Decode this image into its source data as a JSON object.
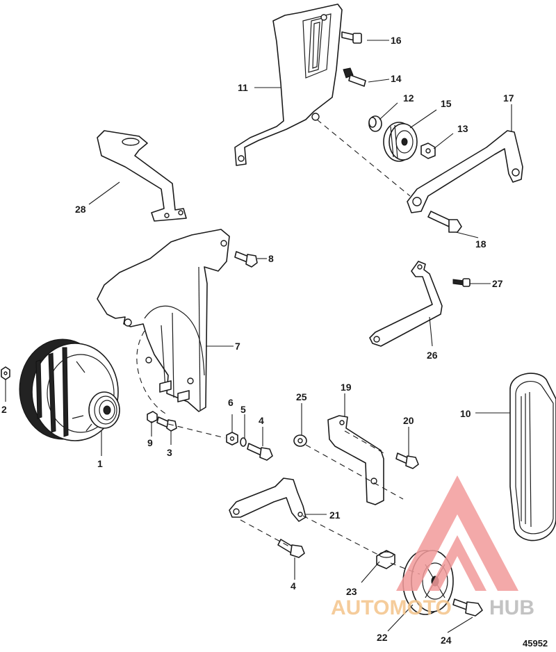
{
  "figure_id": "45952",
  "watermark": {
    "text_a": "AUTOMOTO",
    "text_b": "HUB",
    "color_a": "#f4c48a",
    "color_b": "#b9b9b9",
    "logo_color": "#f29b9b"
  },
  "callouts": {
    "c1": "1",
    "c2": "2",
    "c3": "3",
    "c4a": "4",
    "c4b": "4",
    "c5": "5",
    "c6": "6",
    "c7": "7",
    "c8": "8",
    "c9": "9",
    "c10": "10",
    "c11": "11",
    "c12": "12",
    "c13": "13",
    "c14": "14",
    "c15": "15",
    "c16": "16",
    "c17": "17",
    "c18": "18",
    "c19": "19",
    "c20": "20",
    "c21": "21",
    "c22": "22",
    "c23": "23",
    "c24": "24",
    "c25": "25",
    "c26": "26",
    "c27": "27",
    "c28": "28"
  }
}
